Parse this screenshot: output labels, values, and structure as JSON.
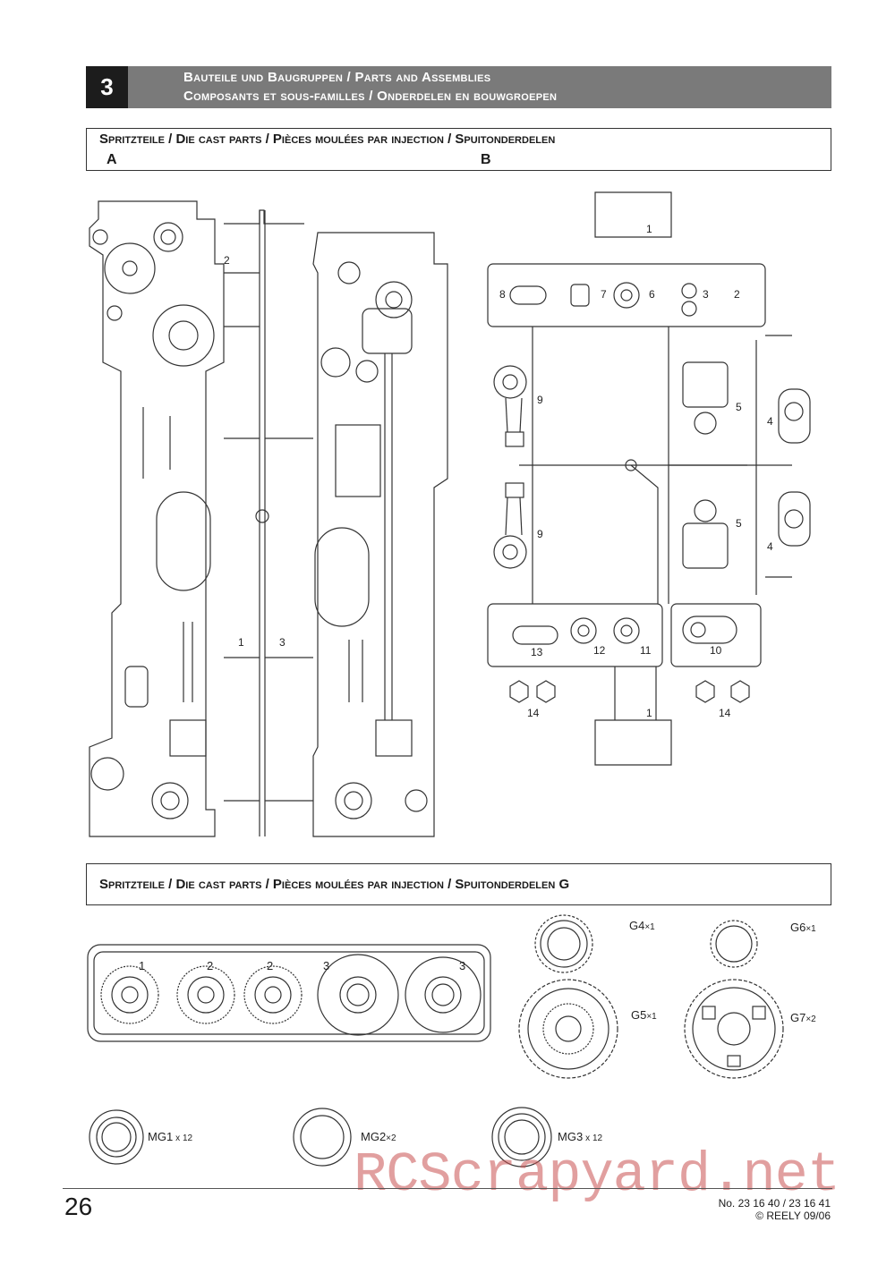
{
  "section": {
    "number": "3",
    "title_line1": "Bauteile und Baugruppen / Parts and Assemblies",
    "title_line2": "Composants et sous-familles / Onderdelen en bouwgroepen"
  },
  "box_ab": {
    "title": "Spritzteile / Die cast parts / Pièces moulées par injection / Spuitonderdelen",
    "label_a": "A",
    "label_b": "B"
  },
  "sprue_a": {
    "labels": [
      "2",
      "1",
      "3"
    ]
  },
  "sprue_b": {
    "labels": [
      "1",
      "8",
      "7",
      "6",
      "3",
      "2",
      "9",
      "5",
      "4",
      "9",
      "5",
      "4",
      "13",
      "12",
      "11",
      "10",
      "14",
      "14",
      "1"
    ]
  },
  "box_g": {
    "title": "Spritzteile / Die cast parts / Pièces moulées par injection / Spuitonderdelen G"
  },
  "sprue_g": {
    "labels": [
      "1",
      "2",
      "2",
      "3",
      "3"
    ]
  },
  "gears": [
    {
      "name": "G4",
      "qty": "×1"
    },
    {
      "name": "G6",
      "qty": "×1"
    },
    {
      "name": "G5",
      "qty": "×1"
    },
    {
      "name": "G7",
      "qty": "×2"
    }
  ],
  "bearings": [
    {
      "name": "MG1",
      "qty": "x 12"
    },
    {
      "name": "MG2",
      "qty": "×2"
    },
    {
      "name": "MG3",
      "qty": "x 12"
    }
  ],
  "footer": {
    "page_number": "26",
    "doc_no": "No. 23 16 40 / 23 16 41",
    "copyright": "© REELY 09/06"
  },
  "watermark": "RCScrapyard.net"
}
